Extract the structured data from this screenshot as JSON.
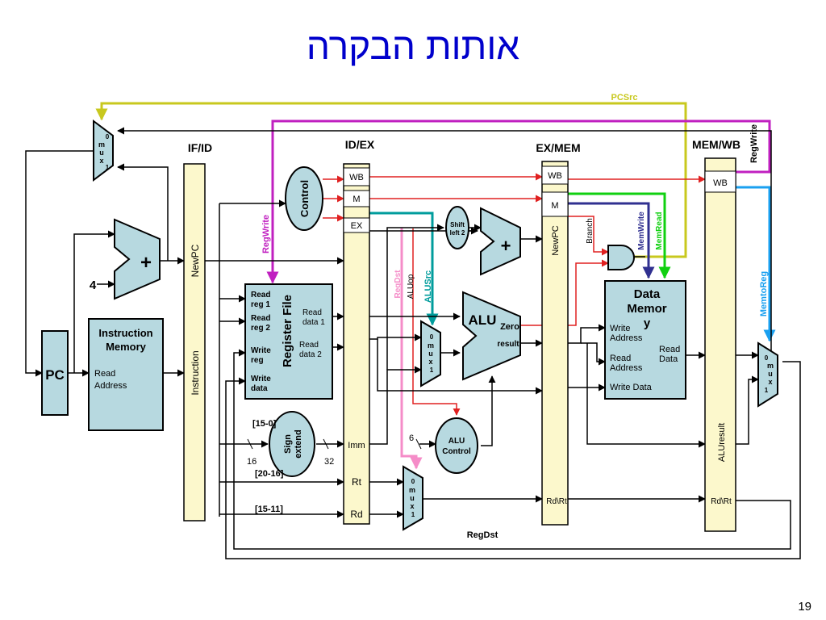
{
  "title": "אותות הבקרה",
  "page_number": "19",
  "pipeline_registers": {
    "if_id": "IF/ID",
    "id_ex": "ID/EX",
    "ex_mem": "EX/MEM",
    "mem_wb": "MEM/WB"
  },
  "if_id_fields": {
    "newpc": "NewPC",
    "instruction": "Instruction"
  },
  "id_ex_fields": {
    "wb": "WB",
    "m": "M",
    "ex": "EX",
    "imm": "Imm",
    "rt": "Rt",
    "rd": "Rd"
  },
  "ex_mem_fields": {
    "wb": "WB",
    "m": "M",
    "newpc": "NewPC",
    "rdrt": "Rd\\Rt"
  },
  "mem_wb_fields": {
    "wb": "WB",
    "aluresult": "ALUresult",
    "rdrt": "Rd\\Rt"
  },
  "blocks": {
    "pc": "PC",
    "instruction_memory": {
      "title1": "Instruction",
      "title2": "Memory",
      "port1": "Read",
      "port2": "Address"
    },
    "adder_plus": "+",
    "const_four": "4",
    "control": "Control",
    "register_file": {
      "title": "Register File",
      "in1a": "Read",
      "in1b": "reg 1",
      "in2a": "Read",
      "in2b": "reg 2",
      "in3a": "Write",
      "in3b": "reg",
      "in4a": "Write",
      "in4b": "data",
      "out1a": "Read",
      "out1b": "data 1",
      "out2a": "Read",
      "out2b": "data 2"
    },
    "sign_extend": {
      "line1": "Sign",
      "line2": "extend"
    },
    "shift_left": {
      "line1": "Shift",
      "line2": "left 2"
    },
    "alu": {
      "title": "ALU",
      "zero": "Zero",
      "result": "result"
    },
    "alu_control": {
      "line1": "ALU",
      "line2": "Control"
    },
    "data_memory": {
      "title1": "Data",
      "title2": "Memor",
      "title3": "y",
      "write_addr1": "Write",
      "write_addr2": "Address",
      "read_addr1": "Read",
      "read_addr2": "Address",
      "write_data": "Write Data",
      "read_data1": "Read",
      "read_data2": "Data"
    },
    "mux": {
      "zero": "0",
      "m": "m",
      "u": "u",
      "x": "x",
      "one": "1"
    }
  },
  "bit_fields": {
    "f15_0": "[15-0]",
    "f20_16": "[20-16]",
    "f15_11": "[15-11]",
    "w16": "16",
    "w32": "32",
    "w6": "6"
  },
  "signals": {
    "pcsrc": "PCSrc",
    "regwrite_top": "RegWrite",
    "regwrite_left": "RegWrite",
    "regdst": "RegDst",
    "aluop": "ALUop",
    "alusrc": "ALUSrc",
    "branch": "Branch",
    "memwrite": "MemWrite",
    "memread": "MemRead",
    "memtoreg": "MemtoReg",
    "regdst_bottom": "RegDst"
  },
  "colors": {
    "title": "#0000cc",
    "block_fill": "#b7d9e0",
    "register_fill": "#fcf8cc",
    "pcsrc": "#c8c81e",
    "regwrite": "#c020c0",
    "control_out": "#e02020",
    "alusrc": "#009c9c",
    "regdst": "#f58cc8",
    "memwrite": "#303090",
    "memread": "#10d010",
    "memtoreg": "#1aa0f0"
  }
}
